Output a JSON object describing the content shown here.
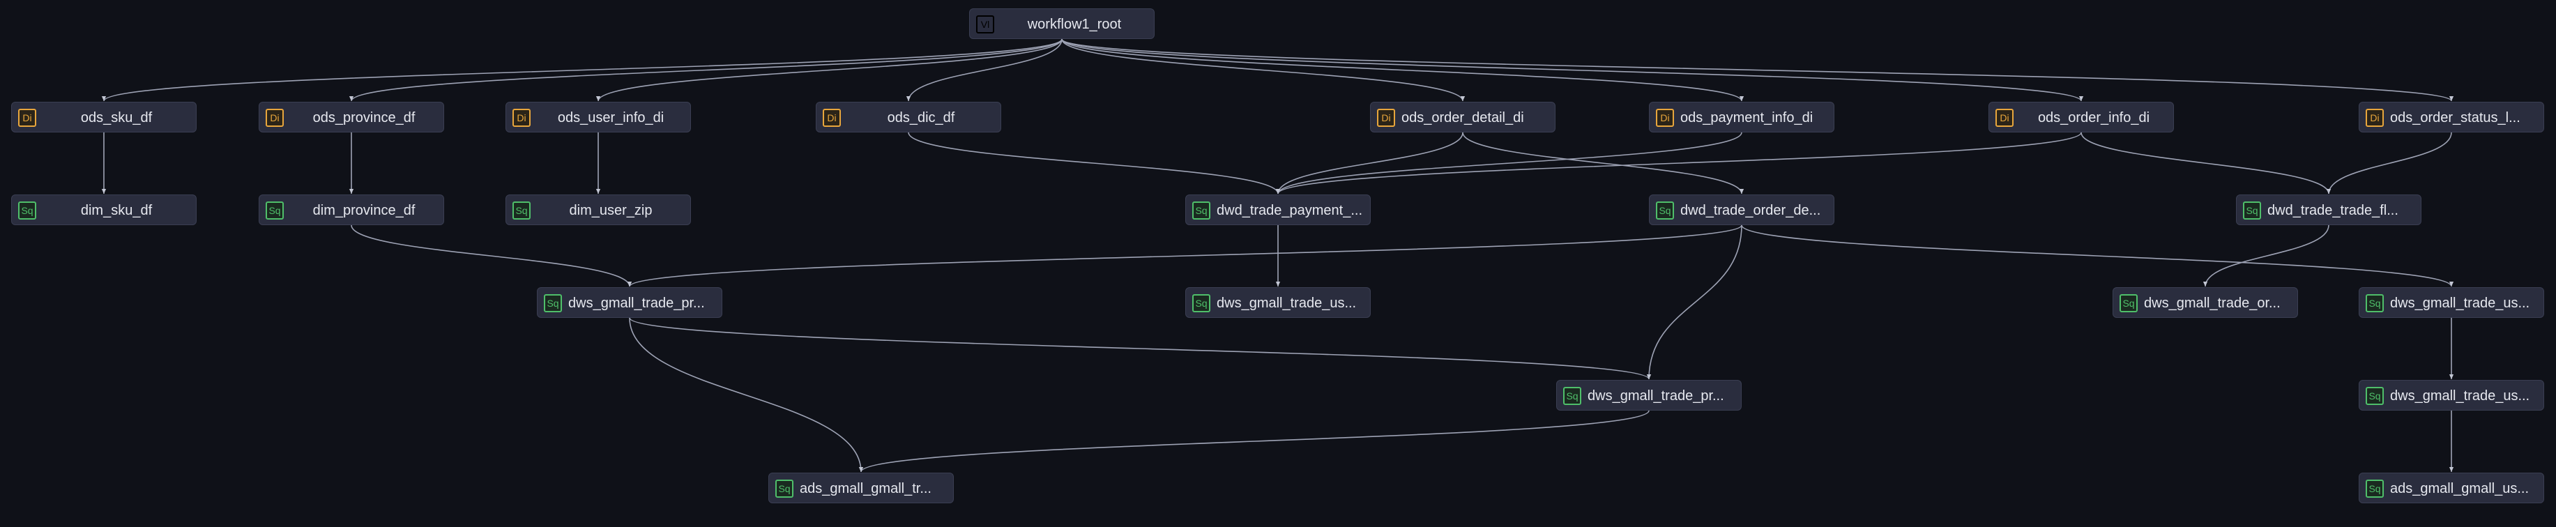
{
  "nodes": [
    {
      "id": "root",
      "type": "Vl",
      "label": "workflow1_root"
    },
    {
      "id": "ods_sku_df",
      "type": "Di",
      "label": "ods_sku_df"
    },
    {
      "id": "ods_province_df",
      "type": "Di",
      "label": "ods_province_df"
    },
    {
      "id": "ods_user_info_di",
      "type": "Di",
      "label": "ods_user_info_di"
    },
    {
      "id": "ods_dic_df",
      "type": "Di",
      "label": "ods_dic_df"
    },
    {
      "id": "ods_order_detail_di",
      "type": "Di",
      "label": "ods_order_detail_di"
    },
    {
      "id": "ods_payment_info_di",
      "type": "Di",
      "label": "ods_payment_info_di"
    },
    {
      "id": "ods_order_info_di",
      "type": "Di",
      "label": "ods_order_info_di"
    },
    {
      "id": "ods_order_status_l",
      "type": "Di",
      "label": "ods_order_status_l..."
    },
    {
      "id": "dim_sku_df",
      "type": "Sq",
      "label": "dim_sku_df"
    },
    {
      "id": "dim_province_df",
      "type": "Sq",
      "label": "dim_province_df"
    },
    {
      "id": "dim_user_zip",
      "type": "Sq",
      "label": "dim_user_zip"
    },
    {
      "id": "dwd_trade_payment",
      "type": "Sq",
      "label": "dwd_trade_payment_..."
    },
    {
      "id": "dwd_trade_order_de",
      "type": "Sq",
      "label": "dwd_trade_order_de..."
    },
    {
      "id": "dwd_trade_trade_fl",
      "type": "Sq",
      "label": "dwd_trade_trade_fl..."
    },
    {
      "id": "dws_gmall_trade_pr_1",
      "type": "Sq",
      "label": "dws_gmall_trade_pr..."
    },
    {
      "id": "dws_gmall_trade_us_1",
      "type": "Sq",
      "label": "dws_gmall_trade_us..."
    },
    {
      "id": "dws_gmall_trade_or",
      "type": "Sq",
      "label": "dws_gmall_trade_or..."
    },
    {
      "id": "dws_gmall_trade_us_2",
      "type": "Sq",
      "label": "dws_gmall_trade_us..."
    },
    {
      "id": "dws_gmall_trade_pr_2",
      "type": "Sq",
      "label": "dws_gmall_trade_pr..."
    },
    {
      "id": "dws_gmall_trade_us_3",
      "type": "Sq",
      "label": "dws_gmall_trade_us..."
    },
    {
      "id": "ads_gmall_gmall_tr",
      "type": "Sq",
      "label": "ads_gmall_gmall_tr..."
    },
    {
      "id": "ads_gmall_gmall_us",
      "type": "Sq",
      "label": "ads_gmall_gmall_us..."
    }
  ],
  "edges": [
    [
      "root",
      "ods_sku_df"
    ],
    [
      "root",
      "ods_province_df"
    ],
    [
      "root",
      "ods_user_info_di"
    ],
    [
      "root",
      "ods_dic_df"
    ],
    [
      "root",
      "ods_order_detail_di"
    ],
    [
      "root",
      "ods_payment_info_di"
    ],
    [
      "root",
      "ods_order_info_di"
    ],
    [
      "root",
      "ods_order_status_l"
    ],
    [
      "ods_sku_df",
      "dim_sku_df"
    ],
    [
      "ods_province_df",
      "dim_province_df"
    ],
    [
      "ods_user_info_di",
      "dim_user_zip"
    ],
    [
      "ods_dic_df",
      "dwd_trade_payment"
    ],
    [
      "ods_order_detail_di",
      "dwd_trade_payment"
    ],
    [
      "ods_payment_info_di",
      "dwd_trade_payment"
    ],
    [
      "ods_order_info_di",
      "dwd_trade_payment"
    ],
    [
      "ods_order_detail_di",
      "dwd_trade_order_de"
    ],
    [
      "ods_order_info_di",
      "dwd_trade_trade_fl"
    ],
    [
      "ods_order_status_l",
      "dwd_trade_trade_fl"
    ],
    [
      "dim_province_df",
      "dws_gmall_trade_pr_1"
    ],
    [
      "dwd_trade_order_de",
      "dws_gmall_trade_pr_1"
    ],
    [
      "dwd_trade_payment",
      "dws_gmall_trade_us_1"
    ],
    [
      "dwd_trade_trade_fl",
      "dws_gmall_trade_or"
    ],
    [
      "dwd_trade_order_de",
      "dws_gmall_trade_us_2"
    ],
    [
      "dws_gmall_trade_pr_1",
      "dws_gmall_trade_pr_2"
    ],
    [
      "dwd_trade_order_de",
      "dws_gmall_trade_pr_2"
    ],
    [
      "dws_gmall_trade_us_2",
      "dws_gmall_trade_us_3"
    ],
    [
      "dws_gmall_trade_pr_1",
      "ads_gmall_gmall_tr"
    ],
    [
      "dws_gmall_trade_pr_2",
      "ads_gmall_gmall_tr"
    ],
    [
      "dws_gmall_trade_us_3",
      "ads_gmall_gmall_us"
    ]
  ],
  "colors": {
    "background": "#0f1118",
    "node_fill": "#2a2d3e",
    "edge": "#9ea3b5",
    "di_badge": "#e8a63c",
    "sq_badge": "#4fbf6a",
    "vl_badge": "#2fb3b3"
  }
}
